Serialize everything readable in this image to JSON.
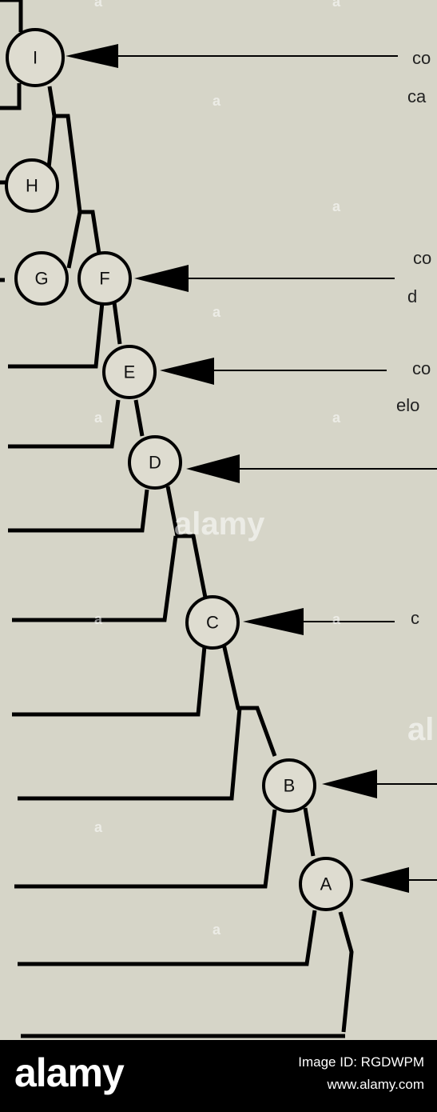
{
  "nodes": [
    {
      "id": "I",
      "label": "I"
    },
    {
      "id": "H",
      "label": "H"
    },
    {
      "id": "G",
      "label": "G"
    },
    {
      "id": "F",
      "label": "F"
    },
    {
      "id": "E",
      "label": "E"
    },
    {
      "id": "D",
      "label": "D"
    },
    {
      "id": "C",
      "label": "C"
    },
    {
      "id": "B",
      "label": "B"
    },
    {
      "id": "A",
      "label": "A"
    }
  ],
  "annotations": [
    {
      "id": "ann-1",
      "lines": [
        "co",
        "ca"
      ]
    },
    {
      "id": "ann-2",
      "lines": [
        "co",
        "d"
      ]
    },
    {
      "id": "ann-3",
      "lines": [
        "co",
        "elo"
      ]
    },
    {
      "id": "ann-4",
      "lines": [
        "c"
      ]
    }
  ],
  "watermark": {
    "text": "alamy",
    "char": "a",
    "fragment": "al"
  },
  "footer": {
    "logo": "alamy",
    "image_id": "Image ID: RGDWPM",
    "url": "www.alamy.com"
  },
  "colors": {
    "background": "#d6d5c8",
    "line": "#000000",
    "footer": "#000000"
  }
}
